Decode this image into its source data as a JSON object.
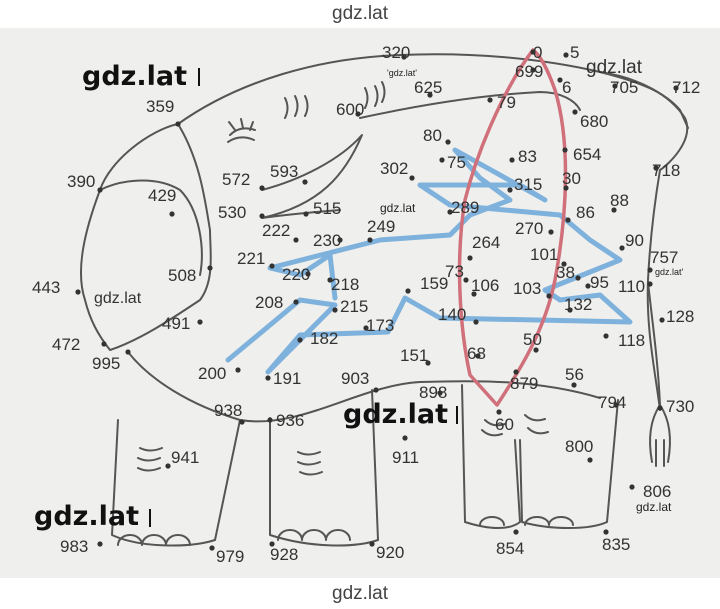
{
  "header": {
    "watermark": "gdz.lat"
  },
  "footer": {
    "watermark": "gdz.lat"
  },
  "watermarks": {
    "big_1": "gdz.lat",
    "big_2": "gdz.lat",
    "big_3": "gdz.lat",
    "mid_1": "gdz.lat",
    "plain_1": "gdz.lat",
    "small_1": "gdz.lat",
    "small_2": "gdz.lat",
    "tiny_1": "'gdz.lat'",
    "tiny_2": "gdz.lat'"
  },
  "colors": {
    "outline": "#555555",
    "blue_stroke": "#6aa7d8",
    "red_stroke": "#d0707a",
    "dot": "#333333",
    "sheet": "#efefed"
  },
  "dots": [
    {
      "label": "320"
    },
    {
      "label": "0"
    },
    {
      "label": "5"
    },
    {
      "label": "699"
    },
    {
      "label": "6"
    },
    {
      "label": "705"
    },
    {
      "label": "712"
    },
    {
      "label": "625"
    },
    {
      "label": "79"
    },
    {
      "label": "680"
    },
    {
      "label": "359"
    },
    {
      "label": "600"
    },
    {
      "label": "80"
    },
    {
      "label": "654"
    },
    {
      "label": "75"
    },
    {
      "label": "83"
    },
    {
      "label": "718"
    },
    {
      "label": "593"
    },
    {
      "label": "572"
    },
    {
      "label": "302"
    },
    {
      "label": "315"
    },
    {
      "label": "30"
    },
    {
      "label": "390"
    },
    {
      "label": "429"
    },
    {
      "label": "88"
    },
    {
      "label": "530"
    },
    {
      "label": "515"
    },
    {
      "label": "289"
    },
    {
      "label": "86"
    },
    {
      "label": "222"
    },
    {
      "label": "230"
    },
    {
      "label": "249"
    },
    {
      "label": "270"
    },
    {
      "label": "90"
    },
    {
      "label": "264"
    },
    {
      "label": "101"
    },
    {
      "label": "757"
    },
    {
      "label": "221"
    },
    {
      "label": "508"
    },
    {
      "label": "220"
    },
    {
      "label": "218"
    },
    {
      "label": "159"
    },
    {
      "label": "73"
    },
    {
      "label": "106"
    },
    {
      "label": "38"
    },
    {
      "label": "95"
    },
    {
      "label": "110"
    },
    {
      "label": "443"
    },
    {
      "label": "103"
    },
    {
      "label": "208"
    },
    {
      "label": "215"
    },
    {
      "label": "132"
    },
    {
      "label": "491"
    },
    {
      "label": "140"
    },
    {
      "label": "128"
    },
    {
      "label": "472"
    },
    {
      "label": "173"
    },
    {
      "label": "182"
    },
    {
      "label": "50"
    },
    {
      "label": "118"
    },
    {
      "label": "995"
    },
    {
      "label": "151"
    },
    {
      "label": "68"
    },
    {
      "label": "200"
    },
    {
      "label": "191"
    },
    {
      "label": "903"
    },
    {
      "label": "879"
    },
    {
      "label": "56"
    },
    {
      "label": "898"
    },
    {
      "label": "794"
    },
    {
      "label": "730"
    },
    {
      "label": "938"
    },
    {
      "label": "936"
    },
    {
      "label": "60"
    },
    {
      "label": "911"
    },
    {
      "label": "800"
    },
    {
      "label": "941"
    },
    {
      "label": "806"
    },
    {
      "label": "983"
    },
    {
      "label": "979"
    },
    {
      "label": "928"
    },
    {
      "label": "920"
    },
    {
      "label": "854"
    },
    {
      "label": "835"
    }
  ]
}
